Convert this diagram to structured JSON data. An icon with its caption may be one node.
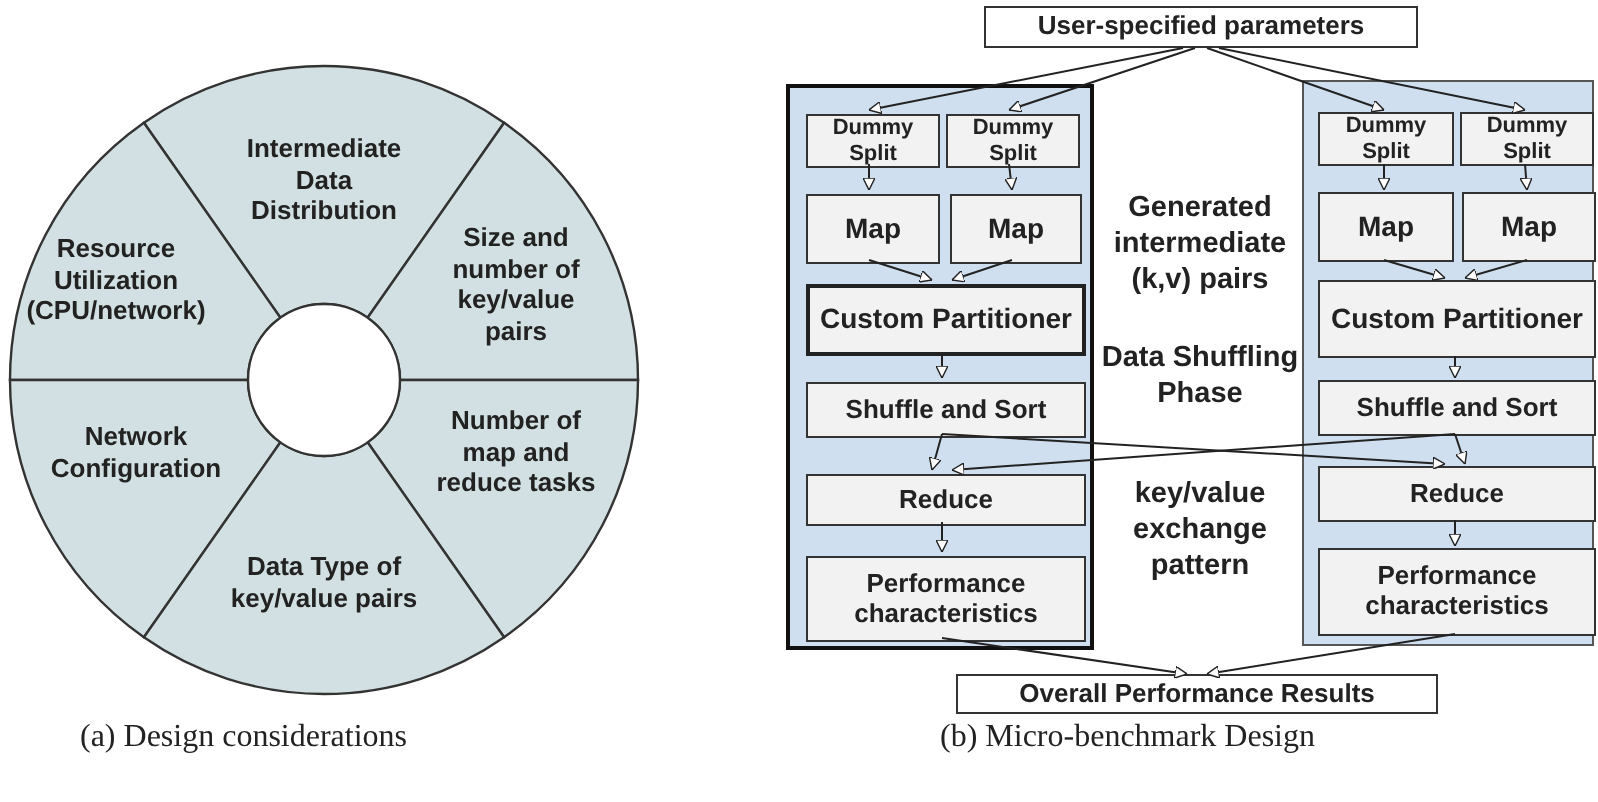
{
  "diagram": {
    "nodes": [
      {
        "text": [
          "Intermediate Data Distribution"
        ]
      },
      {
        "text": [
          "Resource Utilization (CPU/network)"
        ]
      },
      {
        "text": [
          "Size and number of key/value pairs"
        ]
      },
      {
        "text": [
          "Network Configuration"
        ]
      },
      {
        "text": [
          "Number of map and reduce tasks"
        ]
      },
      {
        "text": [
          "Data Type of key/value pairs"
        ]
      },
      {
        "text": [
          "User-specified parameters"
        ]
      },
      {
        "text": [],
        "shape": "box"
      },
      {
        "text": [
          "Dummy Split"
        ],
        "in": 7
      },
      {
        "text": [
          "Dummy Split"
        ],
        "in": 7
      },
      {
        "text": [
          "Map"
        ],
        "in": 7
      },
      {
        "text": [
          "Map"
        ],
        "in": 7
      },
      {
        "text": [
          "Custom Partitioner"
        ],
        "in": 7
      },
      {
        "text": [
          "Shuffle and Sort"
        ],
        "in": 7
      },
      {
        "text": [
          "Reduce"
        ],
        "in": 7
      },
      {
        "text": [
          "Performance characteristics"
        ],
        "in": 7
      },
      {
        "text": [],
        "shape": "box"
      },
      {
        "text": [
          "Dummy Split"
        ],
        "in": 16
      },
      {
        "text": [
          "Dummy Split"
        ],
        "in": 16
      },
      {
        "text": [
          "Map"
        ],
        "in": 16
      },
      {
        "text": [
          "Map"
        ],
        "in": 16
      },
      {
        "text": [
          "Custom Partitioner"
        ],
        "in": 16
      },
      {
        "text": [
          "Shuffle and Sort"
        ],
        "in": 16
      },
      {
        "text": [
          "Reduce"
        ],
        "in": 16
      },
      {
        "text": [
          "Performance characteristics"
        ],
        "in": 16
      },
      {
        "text": [
          "Overall Performance Results"
        ]
      },
      {
        "text": [],
        "shape": "circle"
      }
    ],
    "edges": [
      {
        "from": 6,
        "to": 8,
        "arrow": "to"
      },
      {
        "from": 6,
        "to": 9,
        "arrow": "to"
      },
      {
        "from": 6,
        "to": 17,
        "arrow": "to"
      },
      {
        "from": 6,
        "to": 18,
        "arrow": "to"
      },
      {
        "from": 8,
        "to": 10,
        "arrow": "to"
      },
      {
        "from": 9,
        "to": 11,
        "arrow": "to"
      },
      {
        "from": 10,
        "to": 12,
        "arrow": "to"
      },
      {
        "from": 11,
        "to": 12,
        "arrow": "to"
      },
      {
        "from": 12,
        "to": 13,
        "arrow": "to"
      },
      {
        "from": 13,
        "to": 14,
        "arrow": "to"
      },
      {
        "from": 13,
        "to": 23,
        "arrow": "to"
      },
      {
        "from": 14,
        "to": 15,
        "arrow": "to"
      },
      {
        "from": 17,
        "to": 19,
        "arrow": "to"
      },
      {
        "from": 18,
        "to": 20,
        "arrow": "to"
      },
      {
        "from": 19,
        "to": 21,
        "arrow": "to"
      },
      {
        "from": 20,
        "to": 21,
        "arrow": "to"
      },
      {
        "from": 21,
        "to": 22,
        "arrow": "to"
      },
      {
        "from": 22,
        "to": 23,
        "arrow": "to"
      },
      {
        "from": 22,
        "to": 14,
        "arrow": "to"
      },
      {
        "from": 23,
        "to": 24,
        "arrow": "to"
      },
      {
        "from": 15,
        "to": 25,
        "arrow": "to"
      },
      {
        "from": 24,
        "to": 25,
        "arrow": "to"
      }
    ],
    "labels": [
      "Generated intermediate (k,v) pairs",
      "Data Shuffling Phase",
      "key/value exchange pattern",
      "(a) Design considerations",
      "(b) Micro-benchmark Design"
    ]
  }
}
